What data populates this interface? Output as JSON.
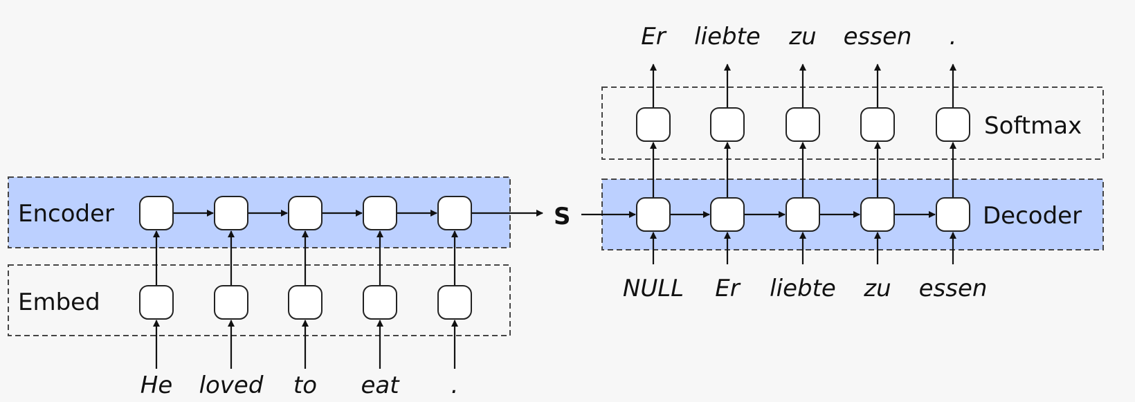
{
  "colors": {
    "highlight": "#bcd0ff",
    "cell": "#ffffff",
    "line": "#111111",
    "background": "#f7f7f7"
  },
  "encoder": {
    "embed_label": "Embed",
    "encoder_label": "Encoder",
    "inputs": [
      "He",
      "loved",
      "to",
      "eat",
      "."
    ]
  },
  "context": {
    "label": "S"
  },
  "decoder": {
    "decoder_label": "Decoder",
    "softmax_label": "Softmax",
    "inputs": [
      "NULL",
      "Er",
      "liebte",
      "zu",
      "essen"
    ],
    "outputs": [
      "Er",
      "liebte",
      "zu",
      "essen",
      "."
    ]
  }
}
